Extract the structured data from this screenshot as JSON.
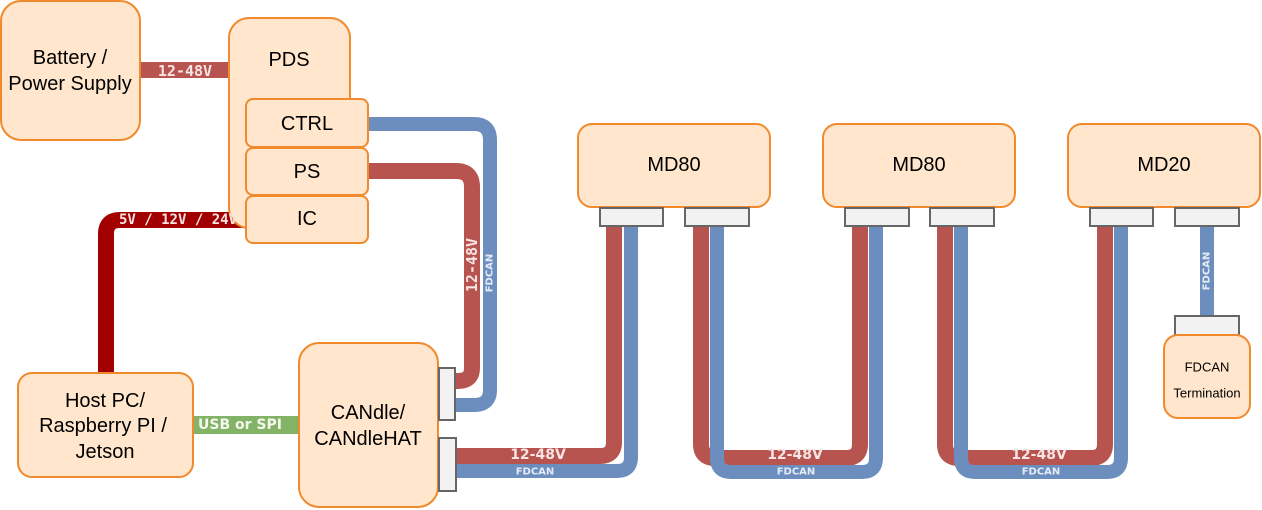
{
  "colors": {
    "power": "#b85450",
    "aux_power": "#a20000",
    "fdcan": "#6c8ebf",
    "usb": "#82b366",
    "box_fill": "#ffe6cc",
    "box_stroke": "#f08a2c",
    "port_fill": "#f2f2f2",
    "port_stroke": "#666666"
  },
  "blocks": {
    "battery": {
      "lines": [
        "Battery /",
        "Power Supply"
      ]
    },
    "pds": {
      "label": "PDS"
    },
    "pds_ctrl": {
      "label": "CTRL"
    },
    "pds_ps": {
      "label": "PS"
    },
    "pds_ic": {
      "label": "IC"
    },
    "host": {
      "lines": [
        "Host PC/",
        "Raspberry PI /",
        "Jetson"
      ]
    },
    "candle": {
      "lines": [
        "CANdle/",
        "CANdleHAT"
      ]
    },
    "md80_1": {
      "label": "MD80"
    },
    "md80_2": {
      "label": "MD80"
    },
    "md20": {
      "label": "MD20"
    },
    "termination": {
      "lines": [
        "FDCAN",
        "Termination"
      ]
    }
  },
  "connections": {
    "battery_pds": "12-48V",
    "pds_ic_host": "5V / 12V / 24V",
    "host_candle": "USB or SPI",
    "pds_candle_power": "12-48V",
    "pds_candle_can": "FDCAN",
    "candle_md80_1_power": "12-48V",
    "candle_md80_1_can": "FDCAN",
    "md80_1_md80_2_power": "12-48V",
    "md80_1_md80_2_can": "FDCAN",
    "md80_2_md20_power": "12-48V",
    "md80_2_md20_can": "FDCAN",
    "md20_termination_can": "FDCAN"
  }
}
